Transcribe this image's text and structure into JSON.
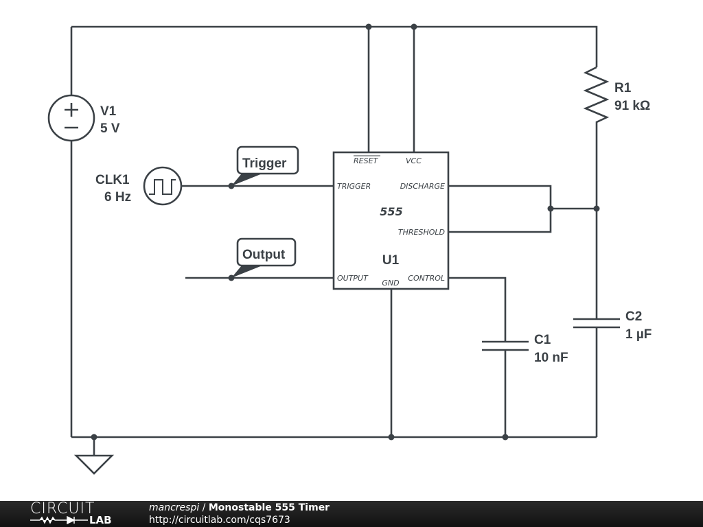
{
  "schematic": {
    "components": {
      "v1": {
        "ref": "V1",
        "value": "5 V",
        "type": "dc-voltage-source"
      },
      "clk1": {
        "ref": "CLK1",
        "value": "6 Hz",
        "type": "square-wave-source"
      },
      "r1": {
        "ref": "R1",
        "value": "91 kΩ",
        "type": "resistor"
      },
      "c1": {
        "ref": "C1",
        "value": "10 nF",
        "type": "capacitor"
      },
      "c2": {
        "ref": "C2",
        "value": "1 µF",
        "type": "capacitor"
      },
      "u1": {
        "ref": "U1",
        "part": "555",
        "pins": {
          "reset": "RESET",
          "vcc": "VCC",
          "trigger": "TRIGGER",
          "discharge": "DISCHARGE",
          "threshold": "THRESHOLD",
          "output": "OUTPUT",
          "gnd": "GND",
          "control": "CONTROL"
        }
      }
    },
    "net_labels": {
      "trigger": "Trigger",
      "output": "Output"
    },
    "colors": {
      "wire": "#3b4146",
      "background": "#ffffff"
    }
  },
  "footer": {
    "logo_top": "CIRCUIT",
    "logo_bottom": "LAB",
    "author": "mancrespi",
    "separator": " / ",
    "title": "Monostable 555 Timer",
    "url": "http://circuitlab.com/cqs7673",
    "background": "#1a1a1a",
    "text_color": "#ffffff"
  }
}
